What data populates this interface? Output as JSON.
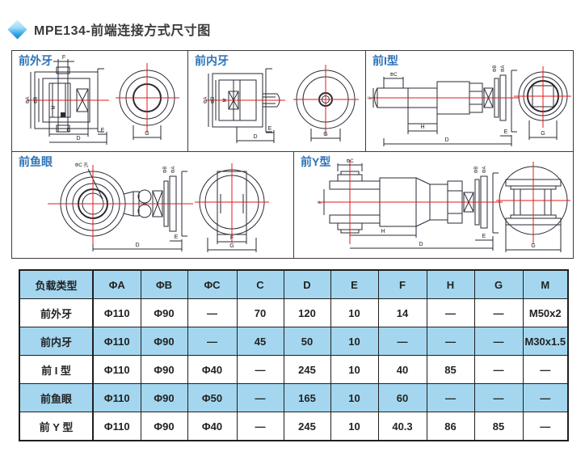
{
  "page": {
    "title": "MPE134-前端连接方式尺寸图",
    "title_icon": "blue-diamond"
  },
  "colors": {
    "accent_blue": "#2e74b8",
    "table_header_bg": "#a4d7ef",
    "centerline_red": "#e01b1b",
    "drawing_line": "#2a2a35"
  },
  "dims": {
    "F": "F",
    "C": "C",
    "D": "D",
    "E": "E",
    "G": "G",
    "H": "H",
    "M": "M",
    "phiA": "ΦA",
    "phiB": "ΦB",
    "phiC": "ΦC",
    "phiC_hole": "ΦC 孔"
  },
  "panels": {
    "p1": {
      "label": "前外牙"
    },
    "p2": {
      "label": "前内牙"
    },
    "p3": {
      "label": "前I型"
    },
    "p4": {
      "label": "前鱼眼"
    },
    "p5": {
      "label": "前Y型"
    }
  },
  "table": {
    "headers": [
      "负载类型",
      "ΦA",
      "ΦB",
      "ΦC",
      "C",
      "D",
      "E",
      "F",
      "H",
      "G",
      "M"
    ],
    "rows": [
      {
        "type": "前外牙",
        "values": [
          "Φ110",
          "Φ90",
          "—",
          "70",
          "120",
          "10",
          "14",
          "—",
          "—",
          "M50x2"
        ]
      },
      {
        "type": "前内牙",
        "values": [
          "Φ110",
          "Φ90",
          "—",
          "45",
          "50",
          "10",
          "—",
          "—",
          "—",
          "M30x1.5"
        ]
      },
      {
        "type": "前 I 型",
        "values": [
          "Φ110",
          "Φ90",
          "Φ40",
          "—",
          "245",
          "10",
          "40",
          "85",
          "—",
          "—"
        ]
      },
      {
        "type": "前鱼眼",
        "values": [
          "Φ110",
          "Φ90",
          "Φ50",
          "—",
          "165",
          "10",
          "60",
          "—",
          "—",
          "—"
        ]
      },
      {
        "type": "前 Y 型",
        "values": [
          "Φ110",
          "Φ90",
          "Φ40",
          "—",
          "245",
          "10",
          "40.3",
          "86",
          "85",
          "—"
        ]
      }
    ]
  }
}
